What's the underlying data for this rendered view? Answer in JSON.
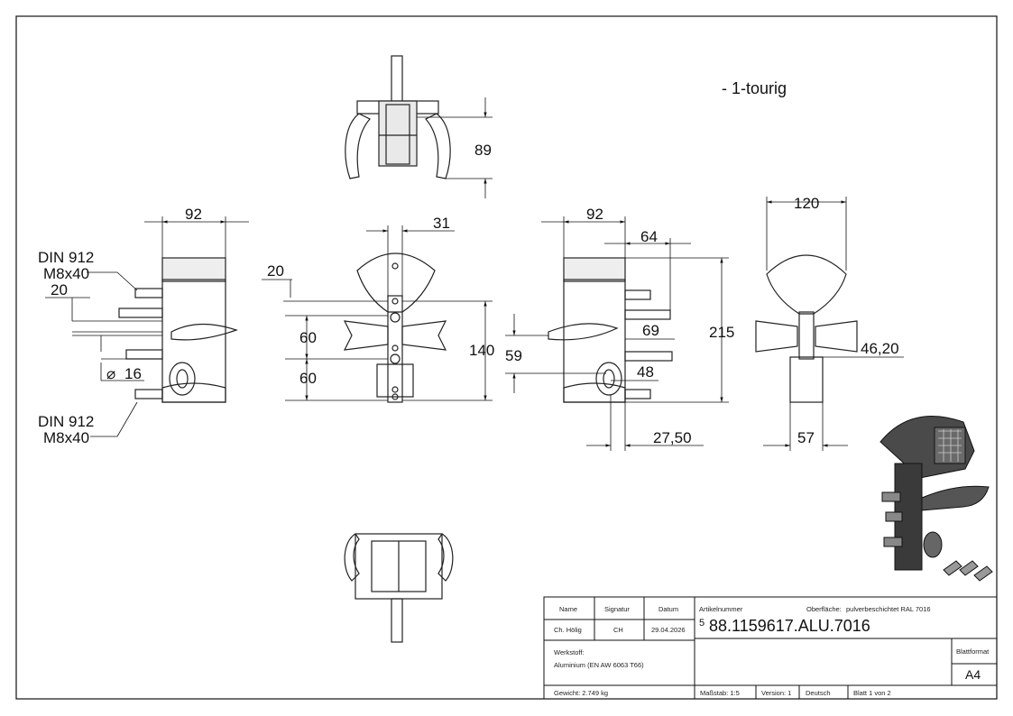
{
  "note": "- 1-tourig",
  "dims": {
    "top_view_height": "89",
    "left_width": "92",
    "left_screw_top_1": "DIN 912",
    "left_screw_top_2": "M8x40",
    "left_20": "20",
    "left_dia": "16",
    "left_screw_bot_1": "DIN 912",
    "left_screw_bot_2": "M8x40",
    "center_31": "31",
    "center_20": "20",
    "center_60a": "60",
    "center_60b": "60",
    "center_140": "140",
    "right_92": "92",
    "right_64": "64",
    "right_69": "69",
    "right_215": "215",
    "right_59": "59",
    "right_48": "48",
    "right_2750": "27,50",
    "side_120": "120",
    "side_4620": "46,20",
    "side_57": "57"
  },
  "title_block": {
    "name_label": "Name",
    "signatur_label": "Signatur",
    "datum_label": "Datum",
    "name_value": "Ch. Hölig",
    "signatur_value": "CH",
    "datum_value": "29.04.2026",
    "artikel_label": "Artikelnummer",
    "oberflaeche_label": "Oberfläche:",
    "oberflaeche_value": "pulverbeschichtet RAL 7016",
    "artikel_prefix": "5",
    "artikel_value": "88.1159617.ALU.7016",
    "werkstoff_label": "Werkstoff:",
    "werkstoff_value": "Aluminium (EN AW 6063 T66)",
    "blattformat_label": "Blattformat",
    "blattformat_value": "A4",
    "gewicht": "Gewicht: 2.749 kg",
    "massstab": "Maßstab: 1:5",
    "version": "Version: 1",
    "sprache": "Deutsch",
    "blatt": "Blatt 1 von 2"
  }
}
